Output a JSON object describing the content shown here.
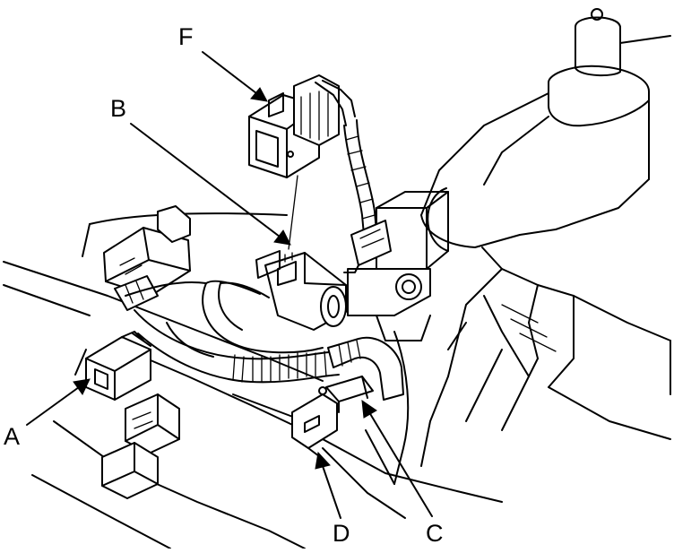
{
  "callouts": {
    "A": "A",
    "B": "B",
    "C": "C",
    "D": "D",
    "F": "F"
  },
  "colors": {
    "ink": "#000000",
    "paper": "#ffffff"
  }
}
